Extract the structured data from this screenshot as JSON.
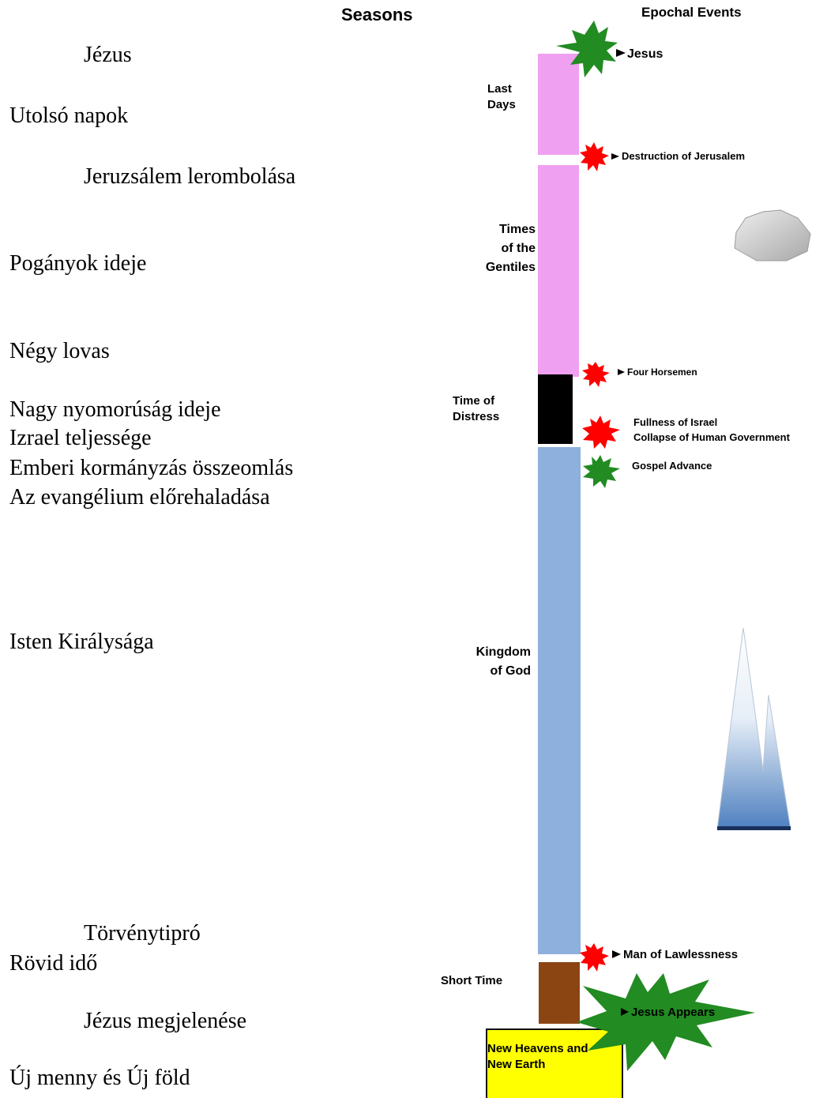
{
  "headers": {
    "seasons": "Seasons",
    "epochal_events": "Epochal Events"
  },
  "hungarian_labels": {
    "jezus": "Jézus",
    "utolso_napok": "Utolsó napok",
    "jeruzsalem": "Jeruzsálem lerombolása",
    "poganyok": "Pogányok ideje",
    "negy_lovas": "Négy lovas",
    "nagy_nyomorusag": "Nagy nyomorúság ideje",
    "izrael": "Izrael teljessége",
    "emberi": "Emberi kormányzás összeomlás",
    "evangelium": "Az evangélium előrehaladása",
    "isten_kiralysaga": "Isten Királysága",
    "torvenytipro": "Törvénytipró",
    "rovid_ido": "Rövid idő",
    "jezus_megjelenese": "Jézus megjelenése",
    "uj_menny": "Új menny és Új föld"
  },
  "seasons": {
    "last_days": [
      "Last",
      "Days"
    ],
    "times_gentiles": [
      "Times",
      "of the",
      "Gentiles"
    ],
    "time_distress": [
      "Time of",
      "Distress"
    ],
    "kingdom": [
      "Kingdom",
      "of God"
    ],
    "short_time": "Short Time",
    "new_heavens": [
      "New Heavens and",
      "New Earth"
    ]
  },
  "events": {
    "jesus": "Jesus",
    "destruction": "Destruction of Jerusalem",
    "four_horsemen": "Four Horsemen",
    "fullness": "Fullness of Israel",
    "collapse": "Collapse of Human Government",
    "gospel": "Gospel Advance",
    "lawlessness": "Man of Lawlessness",
    "jesus_appears": "Jesus Appears"
  },
  "colors": {
    "pink": "#f0a0f0",
    "black": "#000000",
    "blue": "#8eb0dc",
    "brown": "#8b4513",
    "yellow": "#ffff00",
    "red_star": "#ff0000",
    "green_star": "#228b22"
  }
}
